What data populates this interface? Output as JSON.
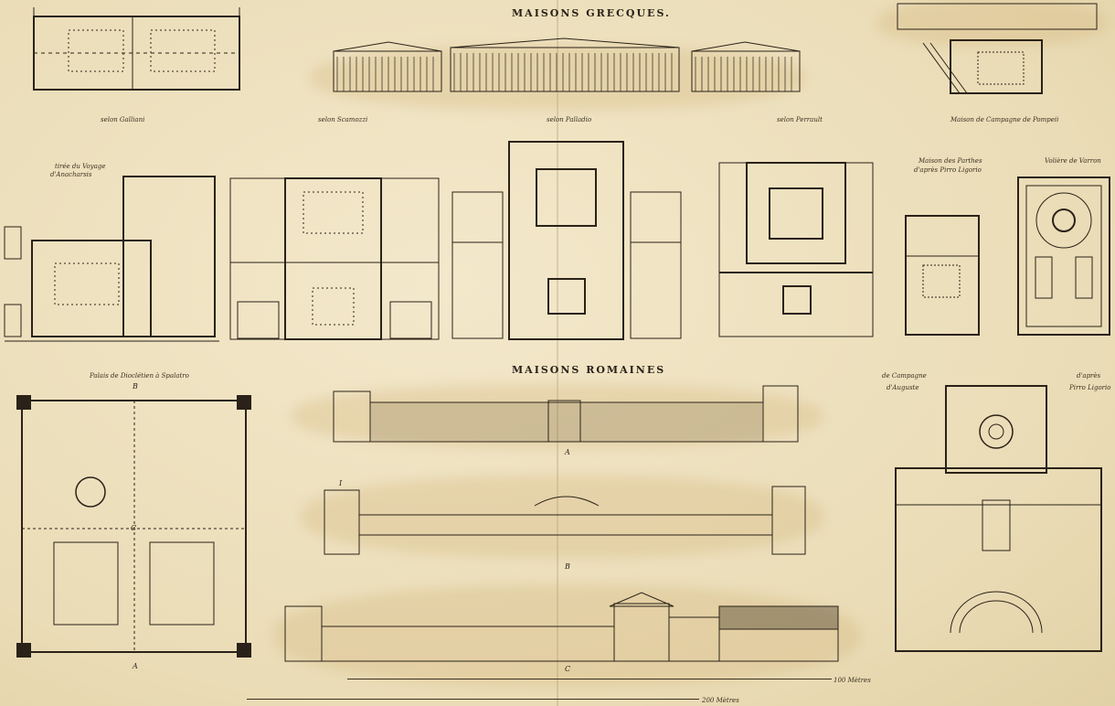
{
  "sheet": {
    "title_greek": "MAISONS GRECQUES.",
    "title_roman": "MAISONS ROMAINES"
  },
  "captions": {
    "galliani": "selon Galliani",
    "scamozzi": "selon Scamozzi",
    "palladio": "selon Palladio",
    "perrault": "selon Perrault",
    "pompei": "Maison de Campagne de Pompeii",
    "anacharsis_1": "tirée du Voyage",
    "anacharsis_2": "d'Anacharsis",
    "parthes_1": "Maison des Parthes",
    "parthes_2": "d'après Pirro Ligorio",
    "varron": "Volière de Varron",
    "diocletien": "Palais de Dioclétien à Spalatro",
    "auguste_1": "de Campagne",
    "auguste_2": "d'Auguste",
    "auguste_3": "d'après",
    "auguste_4": "Pirro Ligorio"
  },
  "letters": {
    "b_top": "B",
    "a_bottom": "A",
    "c_mid": "C",
    "elev_a": "A",
    "elev_b": "B",
    "elev_c": "C",
    "elev_i": "I"
  },
  "scales": {
    "scale_1": "100 Mètres",
    "scale_2": "200 Mètres"
  },
  "colors": {
    "paper": "#efe2c0",
    "ink": "#2a2218",
    "stain": "#c9a05a"
  }
}
